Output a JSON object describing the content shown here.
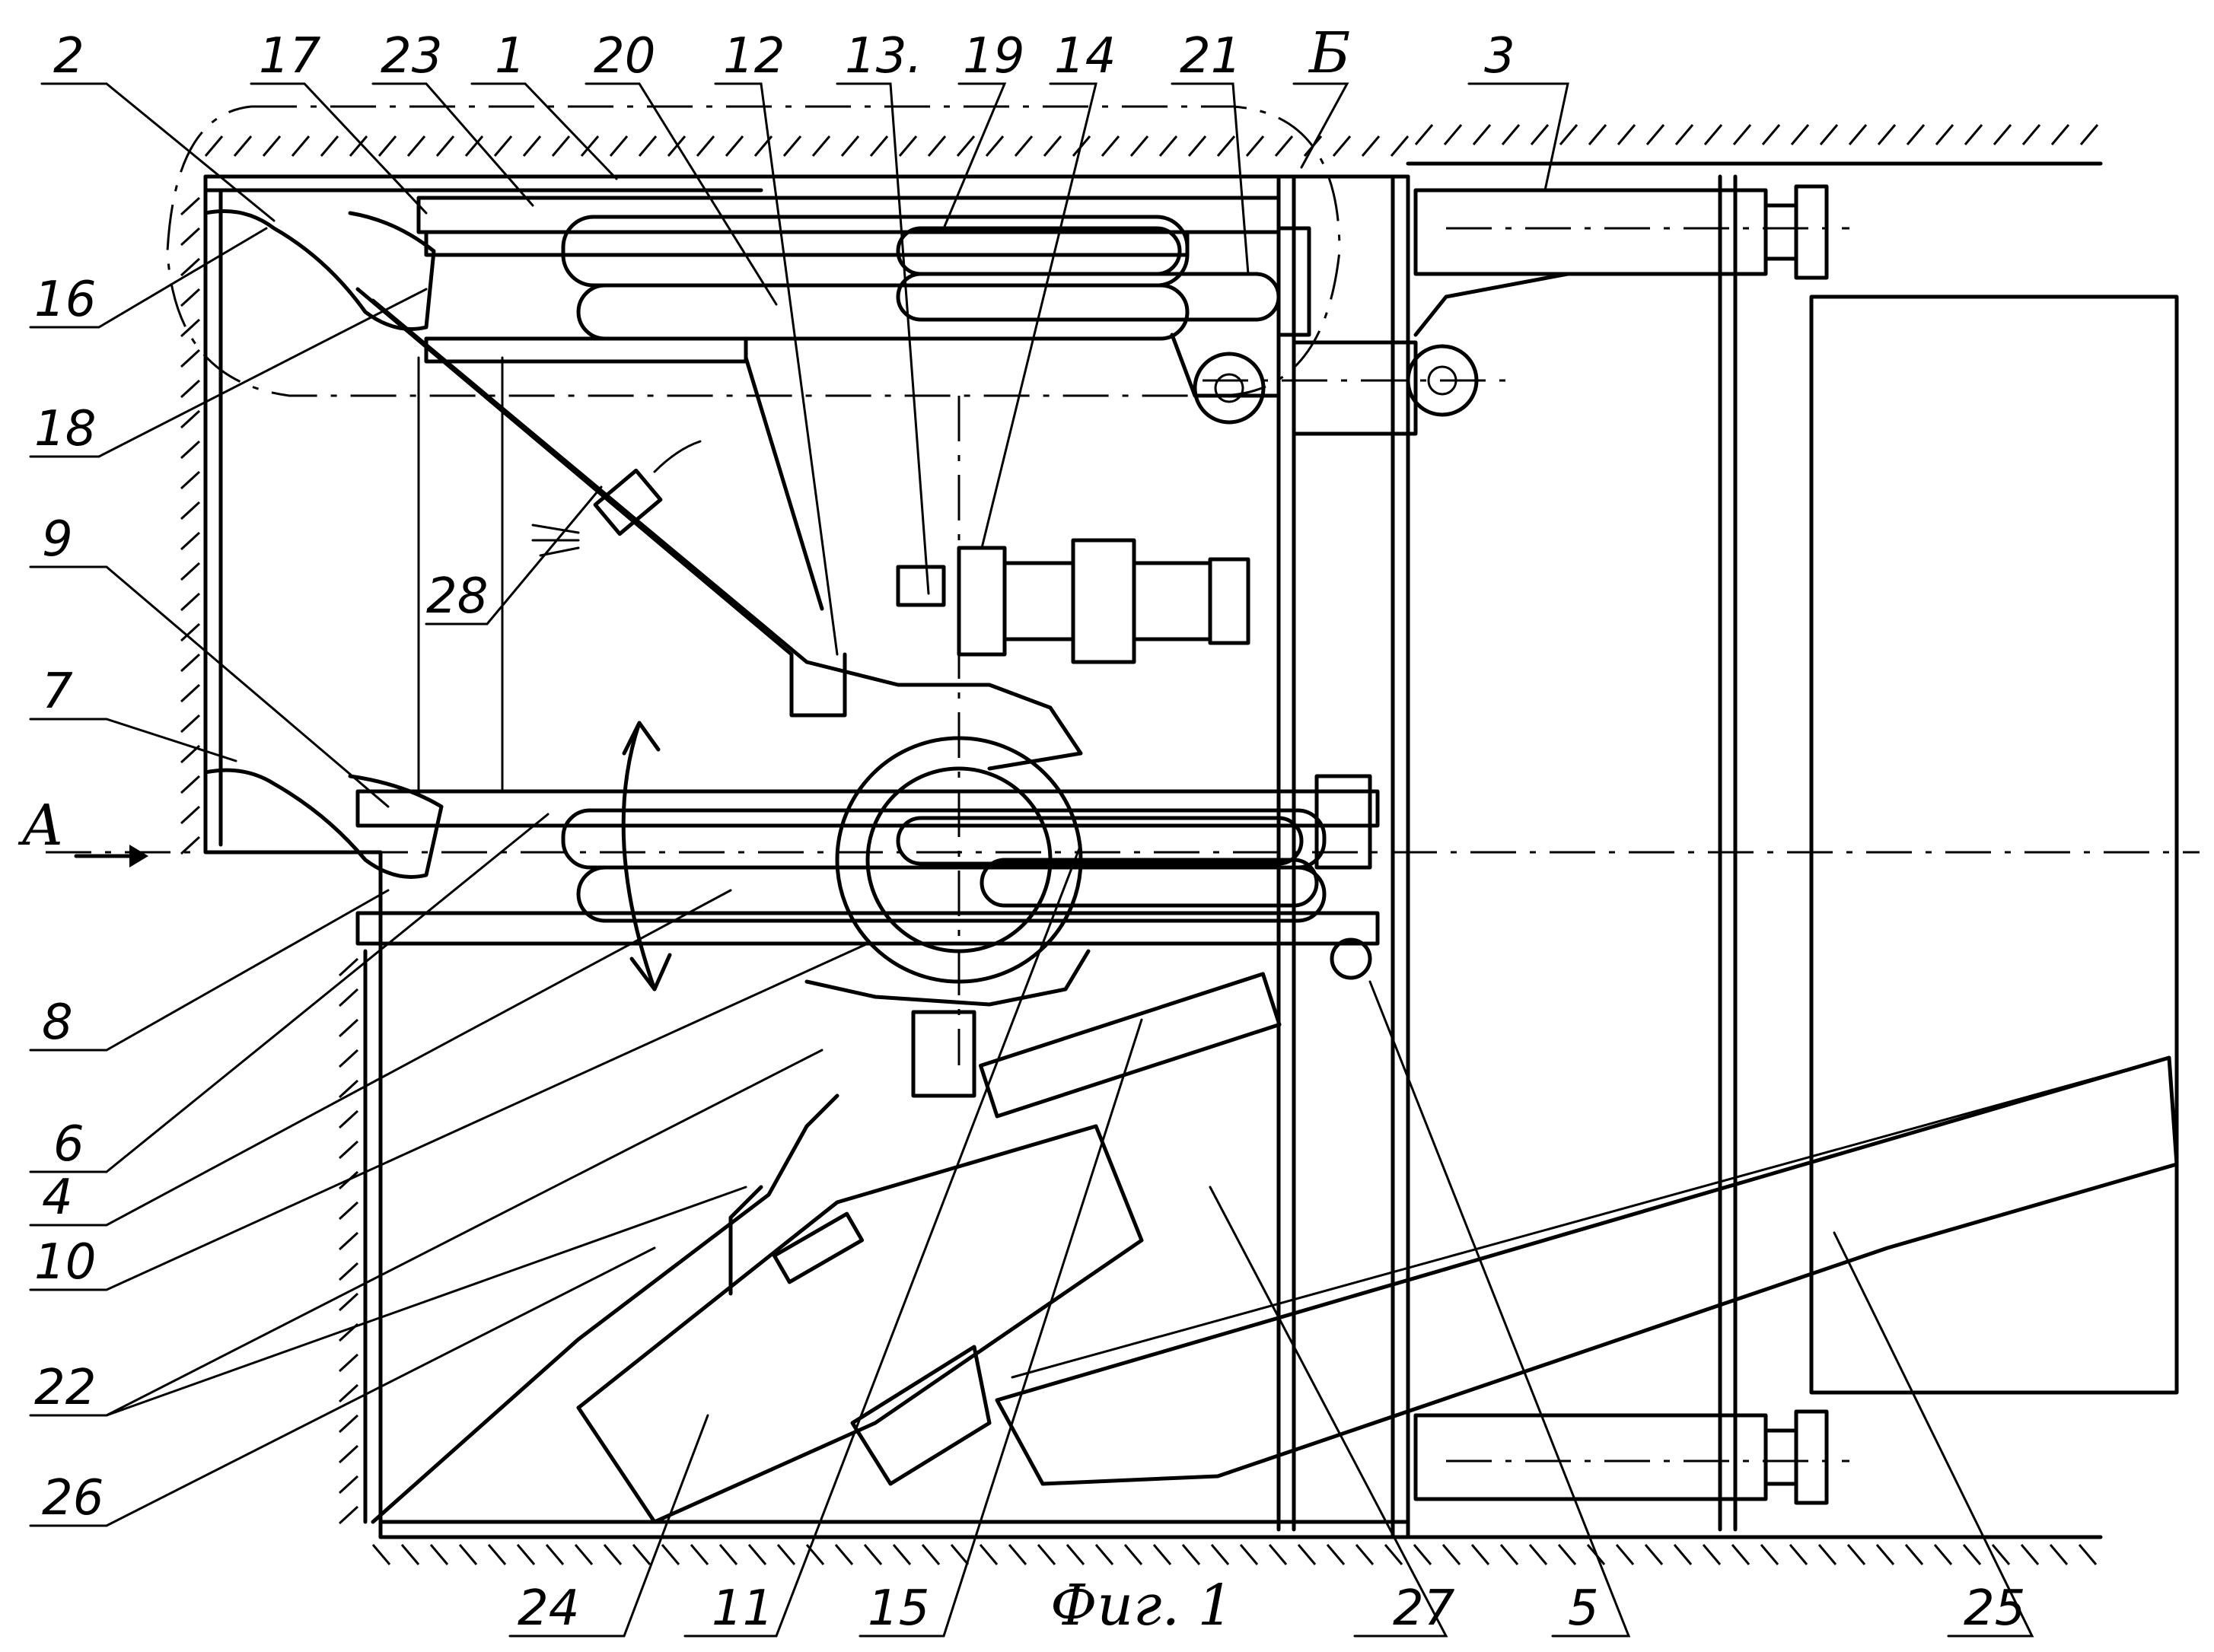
{
  "figure": {
    "caption": "Фиг. 1",
    "view_letter": "А",
    "detail_letter": "Б",
    "labels_top": [
      "2",
      "17",
      "23",
      "1",
      "20",
      "12",
      "13.",
      "19",
      "14",
      "21",
      "3"
    ],
    "labels_left": [
      "16",
      "18",
      "9",
      "28",
      "7",
      "8",
      "6",
      "4",
      "10",
      "22",
      "26"
    ],
    "labels_bottom": [
      "24",
      "11",
      "15",
      "27",
      "5",
      "25"
    ]
  },
  "colors": {
    "ink": "#000000",
    "paper": "#ffffff"
  }
}
